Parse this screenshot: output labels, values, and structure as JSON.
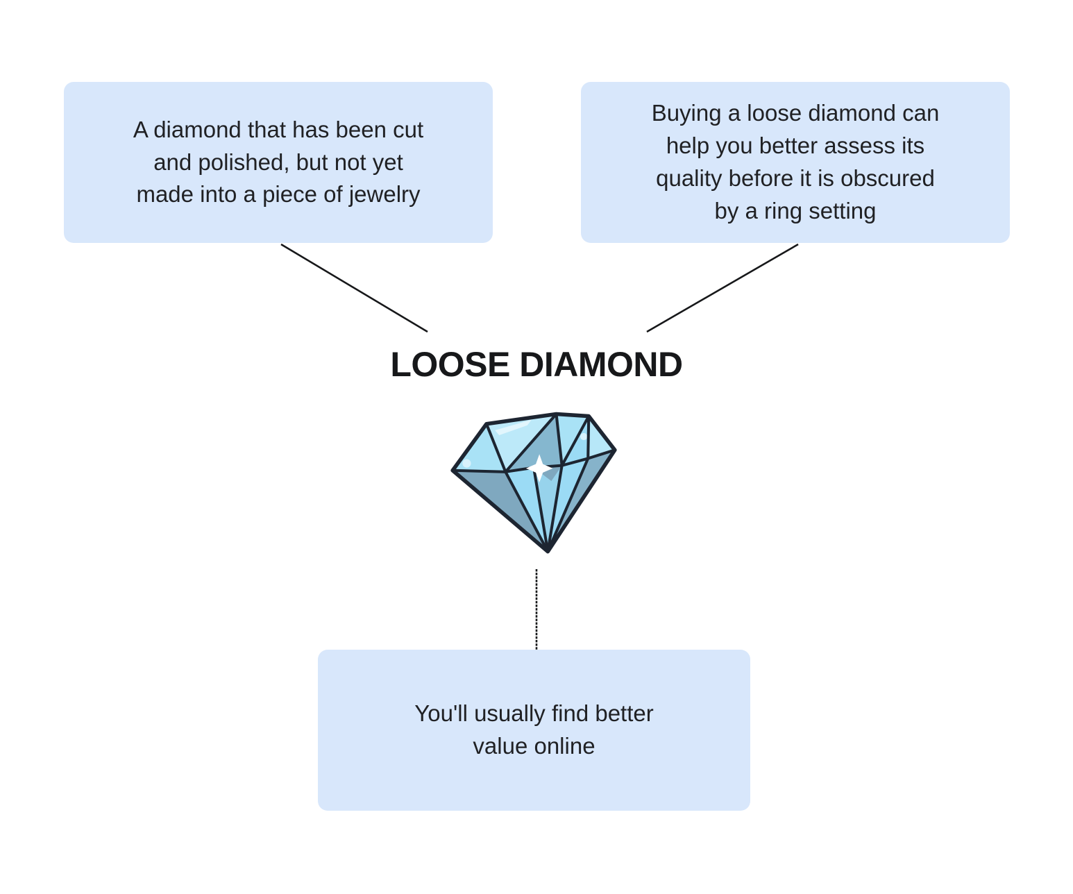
{
  "diagram": {
    "title": "LOOSE DIAMOND",
    "nodes": {
      "definition": {
        "text": "A diamond that has been cut\nand polished, but not yet\nmade into a piece of jewelry"
      },
      "assess": {
        "text": "Buying a loose diamond can\nhelp you better assess its\nquality before it is obscured\nby a ring setting"
      },
      "value": {
        "text": "You'll usually find better\nvalue online"
      }
    },
    "icons": [
      {
        "name": "diamond-icon",
        "meaning": "loose cut diamond illustration"
      }
    ],
    "colors": {
      "card_background": "#d8e7fb",
      "text": "#202124",
      "title_text": "#17181a",
      "connector_line": "#17181a",
      "diamond_fill": "#9bdbf5",
      "diamond_highlight": "#d8f2fc",
      "diamond_shadow": "#7fa8bf",
      "diamond_outline": "#1d2531"
    }
  }
}
